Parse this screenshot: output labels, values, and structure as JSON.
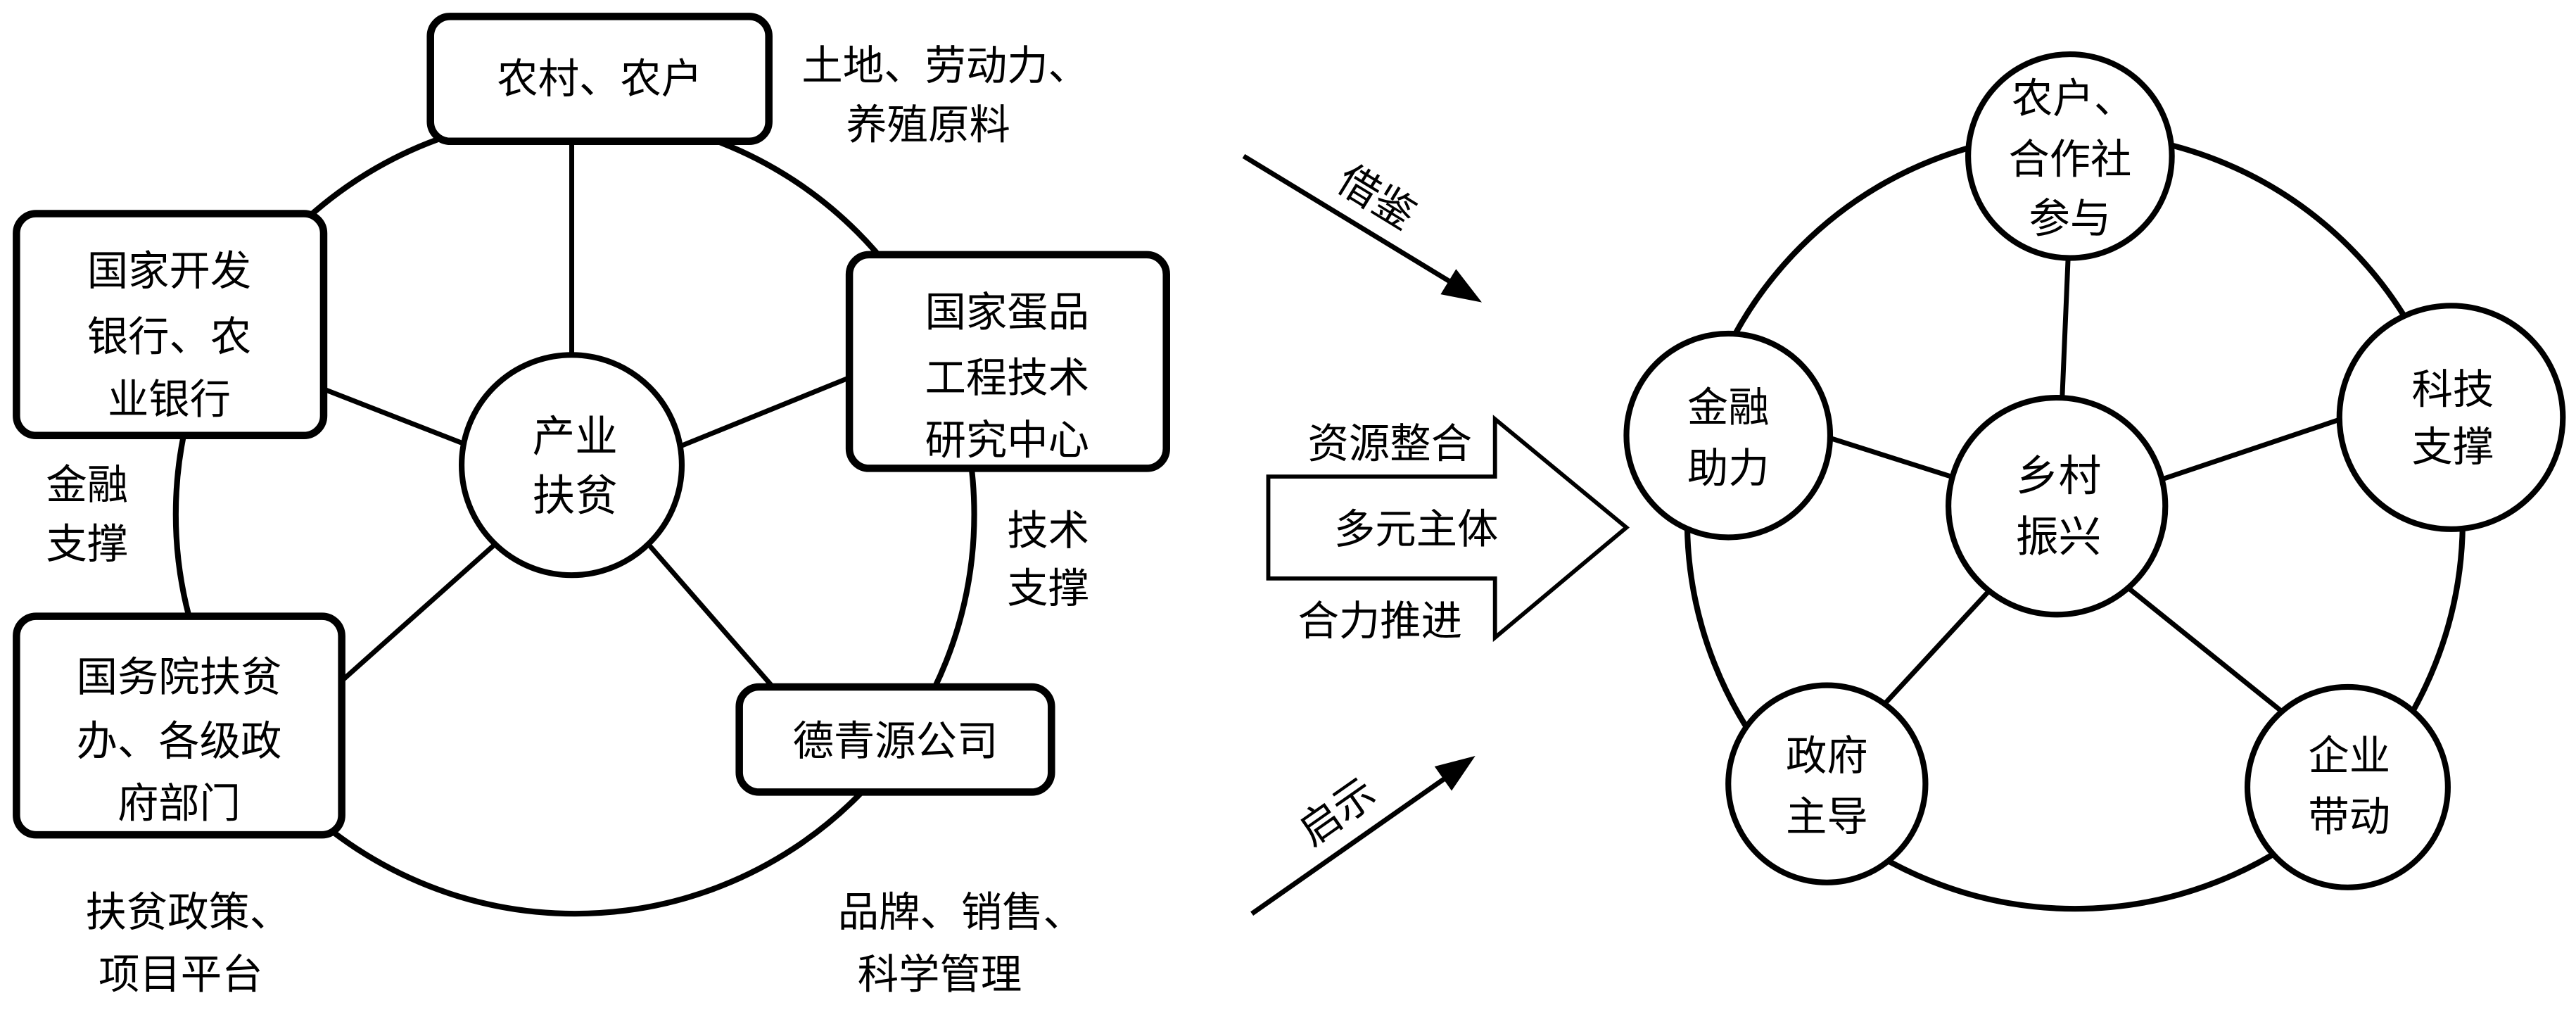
{
  "left_diagram": {
    "center": [
      "产业",
      "扶贫"
    ],
    "nodes": {
      "top": [
        "农村、农户"
      ],
      "left": [
        "国家开发",
        "银行、农",
        "业银行"
      ],
      "right": [
        "国家蛋品",
        "工程技术",
        "研究中心"
      ],
      "bottom_left": [
        "国务院扶贫",
        "办、各级政",
        "府部门"
      ],
      "bottom_right": [
        "德青源公司"
      ]
    },
    "labels": {
      "top": [
        "土地、劳动力、",
        "养殖原料"
      ],
      "left": [
        "金融",
        "支撑"
      ],
      "right": [
        "技术",
        "支撑"
      ],
      "bottom_left": [
        "扶贫政策、",
        "项目平台"
      ],
      "bottom_right": [
        "品牌、销售、",
        "科学管理"
      ]
    }
  },
  "middle": {
    "upper_arrow_label": "借鉴",
    "big_arrow_labels": [
      "资源整合",
      "多元主体",
      "合力推进"
    ],
    "lower_arrow_label": "启示"
  },
  "right_diagram": {
    "center": [
      "乡村",
      "振兴"
    ],
    "nodes": {
      "top": [
        "农户、",
        "合作社",
        "参与"
      ],
      "left": [
        "金融",
        "助力"
      ],
      "right": [
        "科技",
        "支撑"
      ],
      "bottom_left": [
        "政府",
        "主导"
      ],
      "bottom_right": [
        "企业",
        "带动"
      ]
    }
  }
}
